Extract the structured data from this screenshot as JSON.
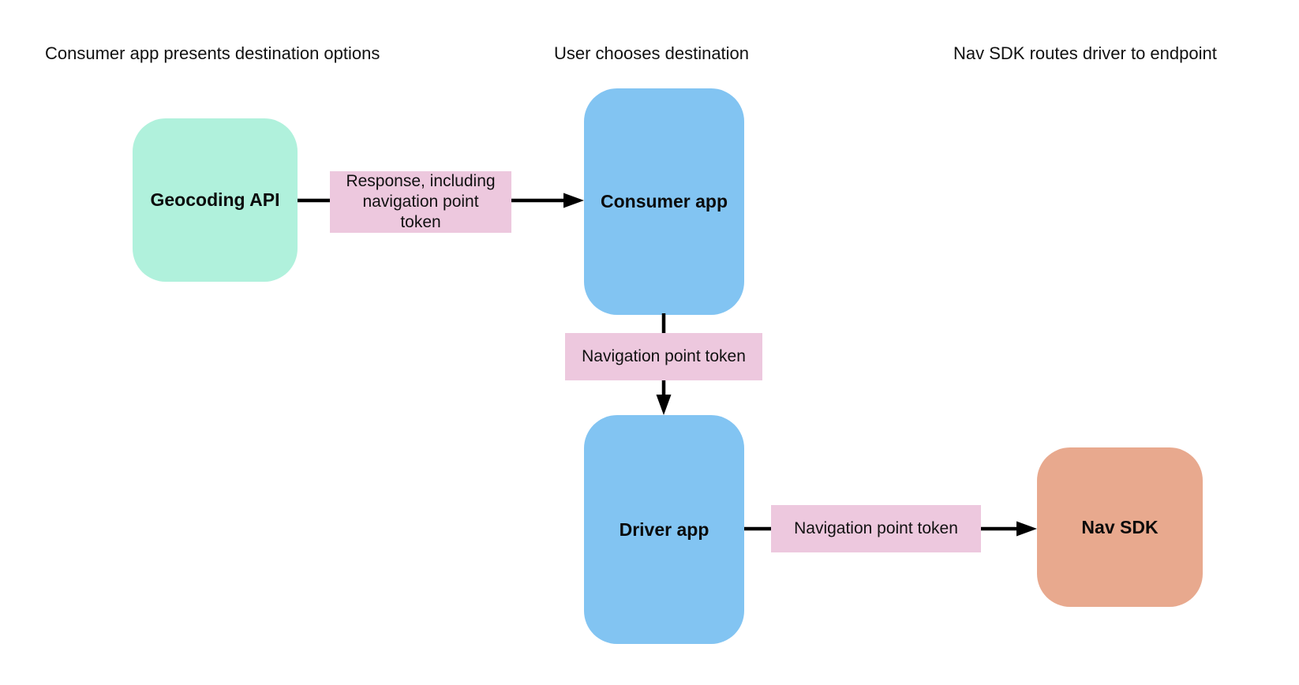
{
  "diagram": {
    "type": "flowchart",
    "background_color": "#ffffff",
    "headers": [
      {
        "text": "Consumer app presents destination options"
      },
      {
        "text": "User chooses destination"
      },
      {
        "text": "Nav SDK routes driver to endpoint"
      }
    ],
    "nodes": [
      {
        "id": "geocoding-api",
        "label": "Geocoding API",
        "color": "#b0f1dc"
      },
      {
        "id": "consumer-app",
        "label": "Consumer app",
        "color": "#82c4f2"
      },
      {
        "id": "driver-app",
        "label": "Driver app",
        "color": "#82c4f2"
      },
      {
        "id": "nav-sdk",
        "label": "Nav SDK",
        "color": "#e8a98e"
      }
    ],
    "edges": [
      {
        "from": "geocoding-api",
        "to": "consumer-app",
        "label": "Response, including\nnavigation point\ntoken"
      },
      {
        "from": "consumer-app",
        "to": "driver-app",
        "label": "Navigation point token"
      },
      {
        "from": "driver-app",
        "to": "nav-sdk",
        "label": "Navigation point token"
      }
    ],
    "colors": {
      "edge_label_bg": "#edc8de",
      "arrow": "#000000",
      "node_green": "#b0f1dc",
      "node_blue": "#82c4f2",
      "node_orange": "#e8a98e",
      "text": "#111111"
    }
  }
}
